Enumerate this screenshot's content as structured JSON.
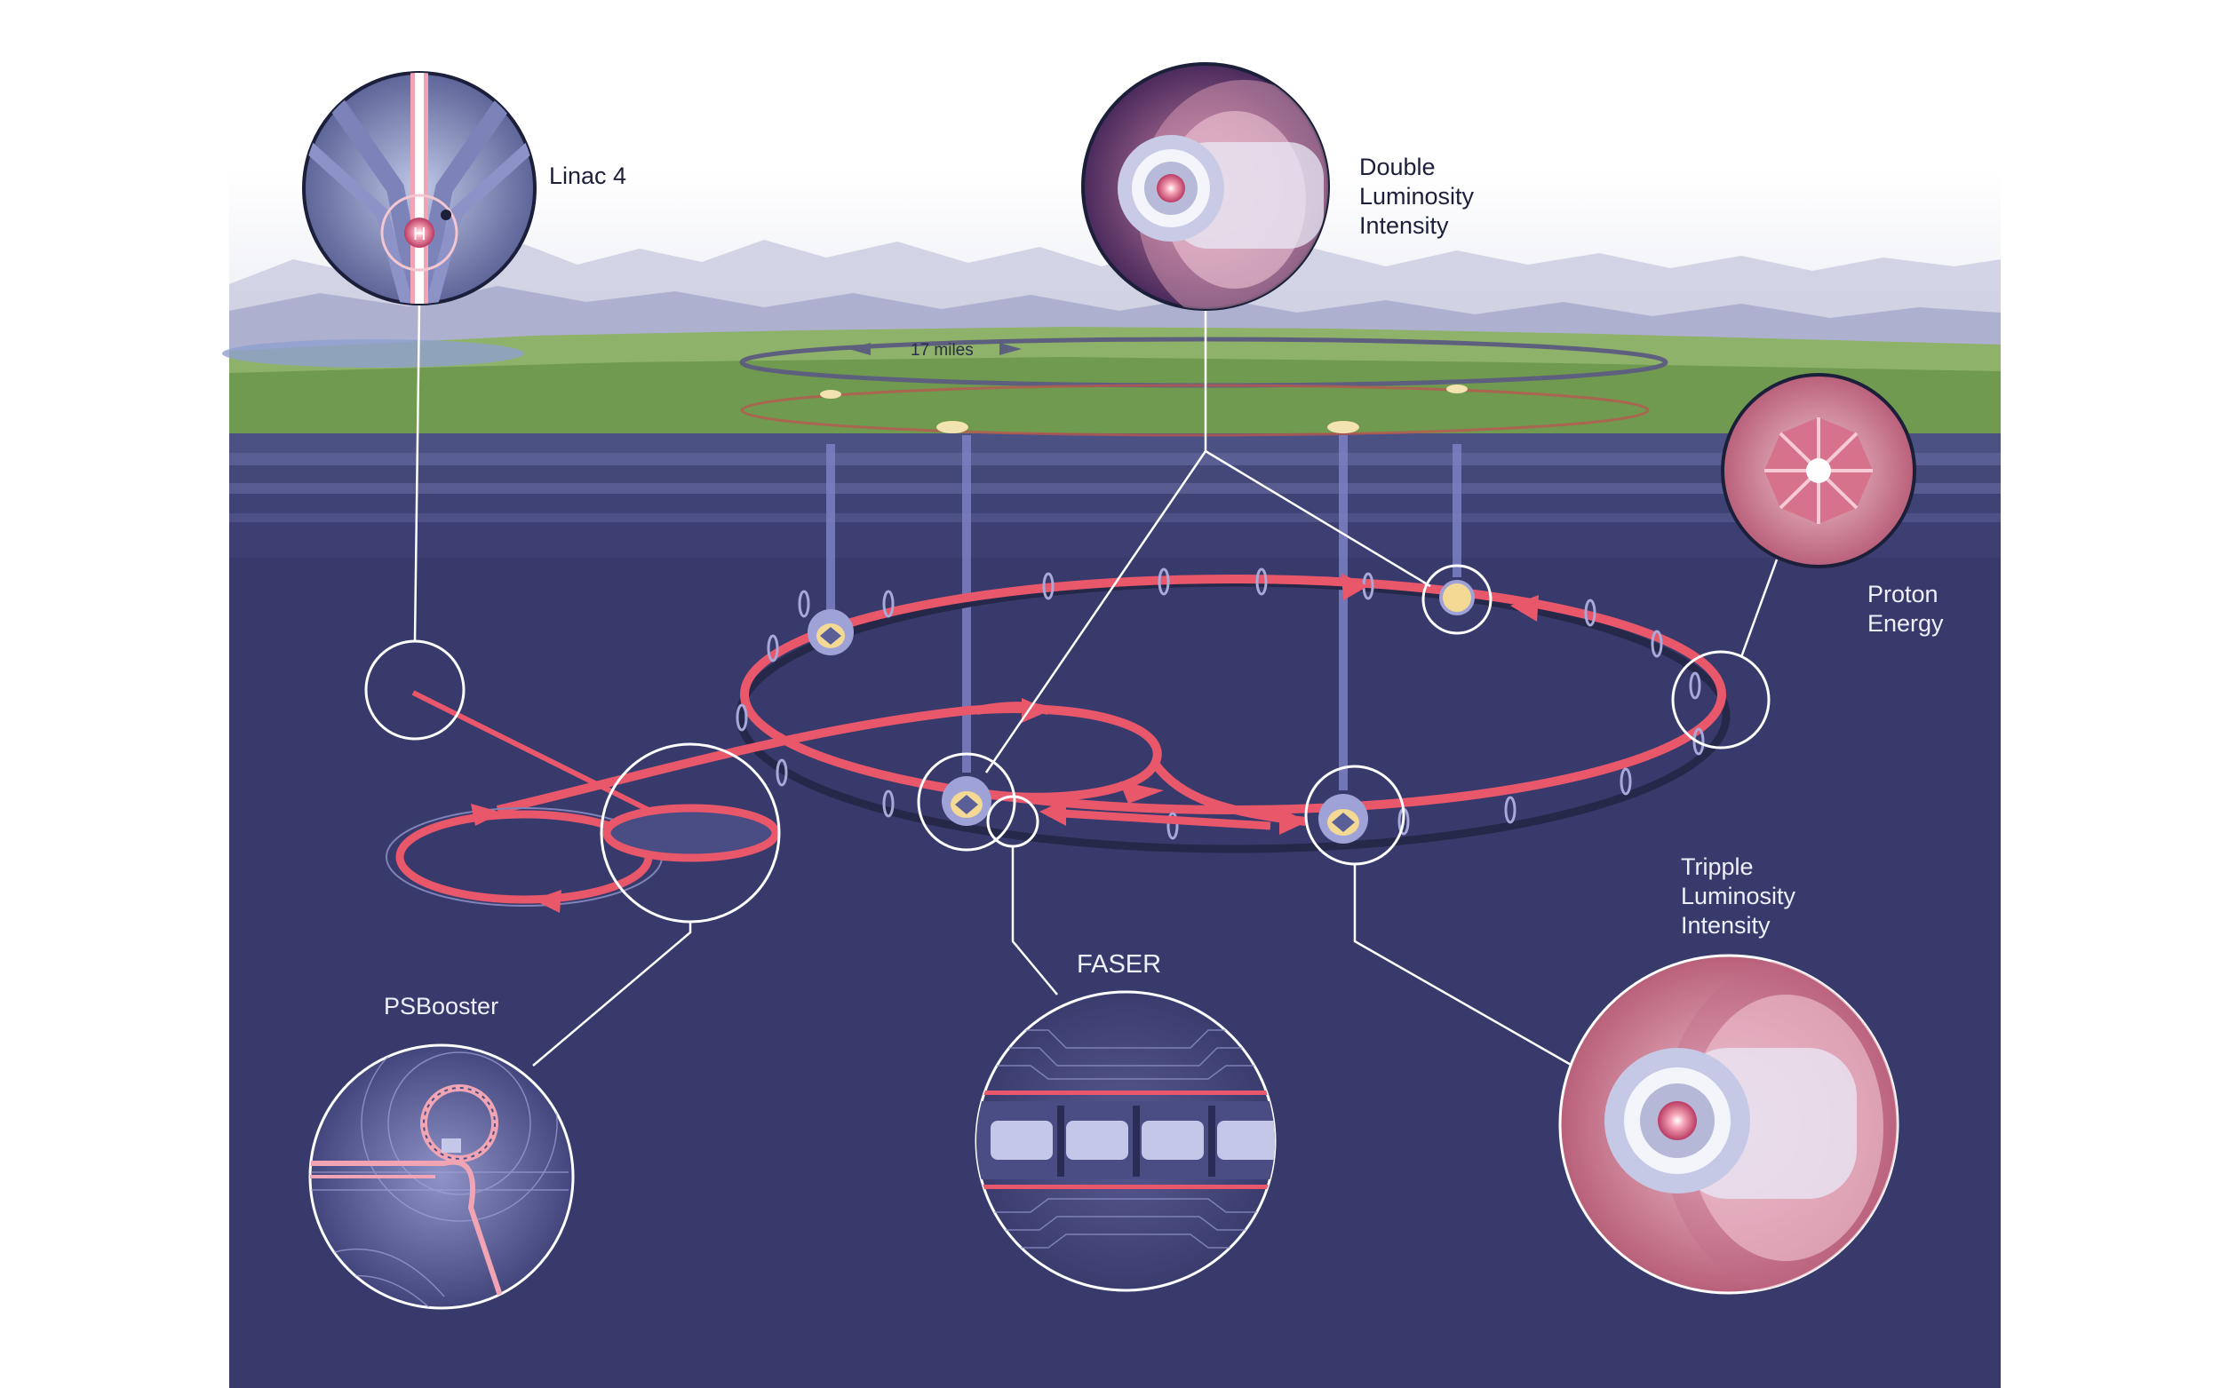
{
  "labels": {
    "linac": "Linac 4",
    "double": [
      "Double",
      "Luminosity",
      "Intensity"
    ],
    "distance": "17 miles",
    "proton": [
      "Proton",
      "Energy"
    ],
    "triple": [
      "Tripple",
      "Luminosity",
      "Intensity"
    ],
    "faser": "FASER",
    "psbooster": "PSBooster",
    "hydrogen": "H"
  },
  "colors": {
    "underground": "#3a3c6e",
    "sky": "#f4f5f9",
    "beam": "#ea5b6c",
    "ring": "#26284e",
    "callout": "#ffffff",
    "grass": "#7da858"
  },
  "icons": [
    "hydrogen-atom-icon",
    "beam-pipe-icon",
    "detector-cross-section-icon",
    "magnet-module-icon",
    "booster-ring-icon"
  ]
}
